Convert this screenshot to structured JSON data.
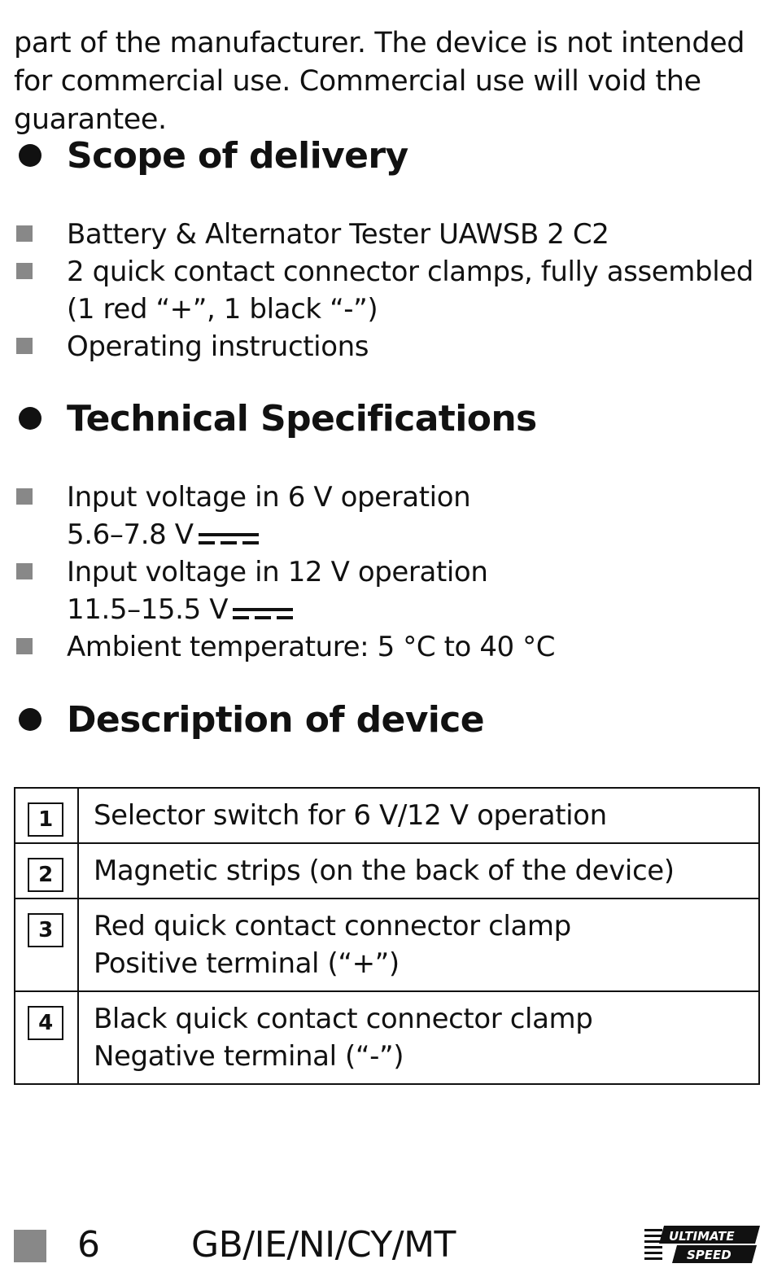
{
  "intro_text": "part of the manufacturer. The device is not intended for commercial use. Commercial use will void the guarantee.",
  "scope": {
    "heading": "Scope of delivery",
    "items": [
      [
        "Battery & Alternator Tester UAWSB 2 C2"
      ],
      [
        "2 quick contact connector clamps, fully assembled",
        "(1 red “+”, 1 black “-”)"
      ],
      [
        "Operating instructions"
      ]
    ]
  },
  "specs": {
    "heading": "Technical Specifications",
    "items": [
      [
        "Input voltage in 6 V operation",
        "5.6–7.8 V"
      ],
      [
        "Input voltage in 12 V operation",
        "11.5–15.5 V"
      ],
      [
        "Ambient temperature: 5 °C to 40 °C"
      ]
    ]
  },
  "description": {
    "heading": "Description of device",
    "rows": [
      {
        "num": "1",
        "lines": [
          "Selector switch for 6 V/12 V operation"
        ]
      },
      {
        "num": "2",
        "lines": [
          "Magnetic strips (on the back of the device)"
        ]
      },
      {
        "num": "3",
        "lines": [
          "Red quick contact connector clamp",
          "Positive terminal (“+”)"
        ]
      },
      {
        "num": "4",
        "lines": [
          "Black quick contact connector clamp",
          "Negative terminal (“-”)"
        ]
      }
    ]
  },
  "footer": {
    "page_number": "6",
    "country_codes": "GB/IE/NI/CY/MT",
    "logo_line_1": "ULTIMATE",
    "logo_line_2": "SPEED",
    "logo_icon": "ultimate-speed-logo"
  },
  "colors": {
    "text": "#111111",
    "bullet_square": "#888888"
  }
}
